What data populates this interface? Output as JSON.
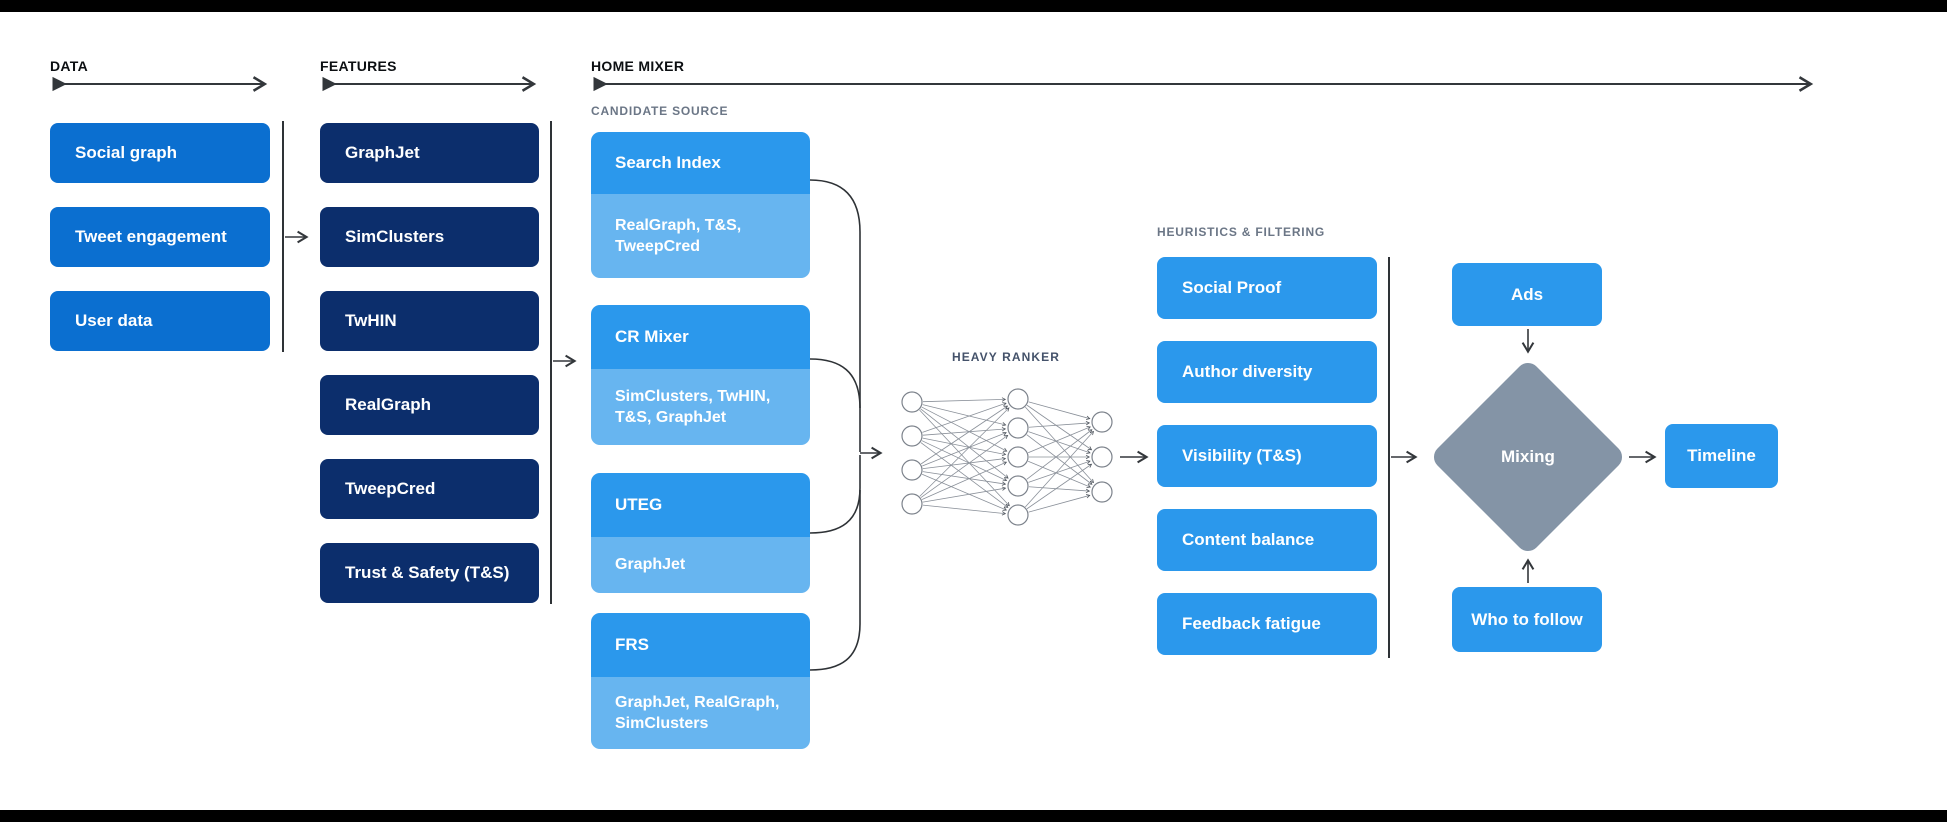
{
  "headers": {
    "data": "DATA",
    "features": "FEATURES",
    "home_mixer": "HOME MIXER",
    "candidate_source": "CANDIDATE SOURCE",
    "heavy_ranker": "HEAVY RANKER",
    "heuristics": "HEURISTICS & FILTERING"
  },
  "data_column": {
    "items": [
      {
        "label": "Social graph"
      },
      {
        "label": "Tweet engagement"
      },
      {
        "label": "User data"
      }
    ]
  },
  "features_column": {
    "items": [
      {
        "label": "GraphJet"
      },
      {
        "label": "SimClusters"
      },
      {
        "label": "TwHIN"
      },
      {
        "label": "RealGraph"
      },
      {
        "label": "TweepCred"
      },
      {
        "label": "Trust & Safety (T&S)"
      }
    ]
  },
  "candidate_sources": {
    "groups": [
      {
        "title": "Search Index",
        "inputs": "RealGraph, T&S, TweepCred"
      },
      {
        "title": "CR Mixer",
        "inputs": "SimClusters, TwHIN, T&S, GraphJet"
      },
      {
        "title": "UTEG",
        "inputs": "GraphJet"
      },
      {
        "title": "FRS",
        "inputs": "GraphJet, RealGraph, SimClusters"
      }
    ]
  },
  "heuristics_column": {
    "items": [
      {
        "label": "Social Proof"
      },
      {
        "label": "Author diversity"
      },
      {
        "label": "Visibility (T&S)"
      },
      {
        "label": "Content balance"
      },
      {
        "label": "Feedback fatigue"
      }
    ]
  },
  "mixing_stage": {
    "ads": "Ads",
    "mixing": "Mixing",
    "who_to_follow": "Who to follow",
    "timeline": "Timeline"
  },
  "network": {
    "layers": [
      4,
      5,
      3
    ]
  },
  "colors": {
    "data_blue": "#0b6fd0",
    "features_navy": "#0c2e6c",
    "bright_blue": "#2b98ec",
    "light_blue": "#67b5f0",
    "diamond_gray": "#8494a6",
    "line_dark": "#33373b"
  }
}
